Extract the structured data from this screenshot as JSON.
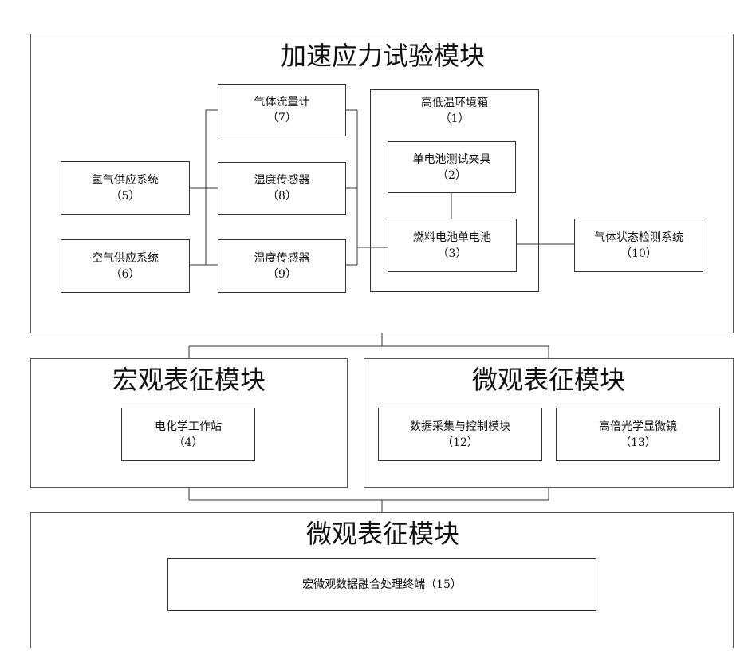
{
  "modules": {
    "accel": {
      "title": "加速应力试验模块"
    },
    "macro": {
      "title": "宏观表征模块"
    },
    "micro": {
      "title": "微观表征模块"
    },
    "fusion": {
      "title": "微观表征模块"
    }
  },
  "chamber": {
    "label": "高低温环境箱",
    "num": "（1）"
  },
  "boxes": {
    "fixture": {
      "label": "单电池测试夹具",
      "num": "（2）"
    },
    "cell": {
      "label": "燃料电池单电池",
      "num": "（3）"
    },
    "workstation": {
      "label": "电化学工作站",
      "num": "（4）"
    },
    "hydrogen": {
      "label": "氢气供应系统",
      "num": "（5）"
    },
    "air": {
      "label": "空气供应系统",
      "num": "（6）"
    },
    "flowmeter": {
      "label": "气体流量计",
      "num": "（7）"
    },
    "humidity": {
      "label": "湿度传感器",
      "num": "（8）"
    },
    "temperature": {
      "label": "温度传感器",
      "num": "（9）"
    },
    "gasdetect": {
      "label": "气体状态检测系统",
      "num": "（10）"
    },
    "daq": {
      "label": "数据采集与控制模块",
      "num": "（12）"
    },
    "microscope": {
      "label": "高倍光学显微镜",
      "num": "（13）"
    },
    "terminal": {
      "label": "宏微观数据融合处理终端（15）"
    }
  }
}
